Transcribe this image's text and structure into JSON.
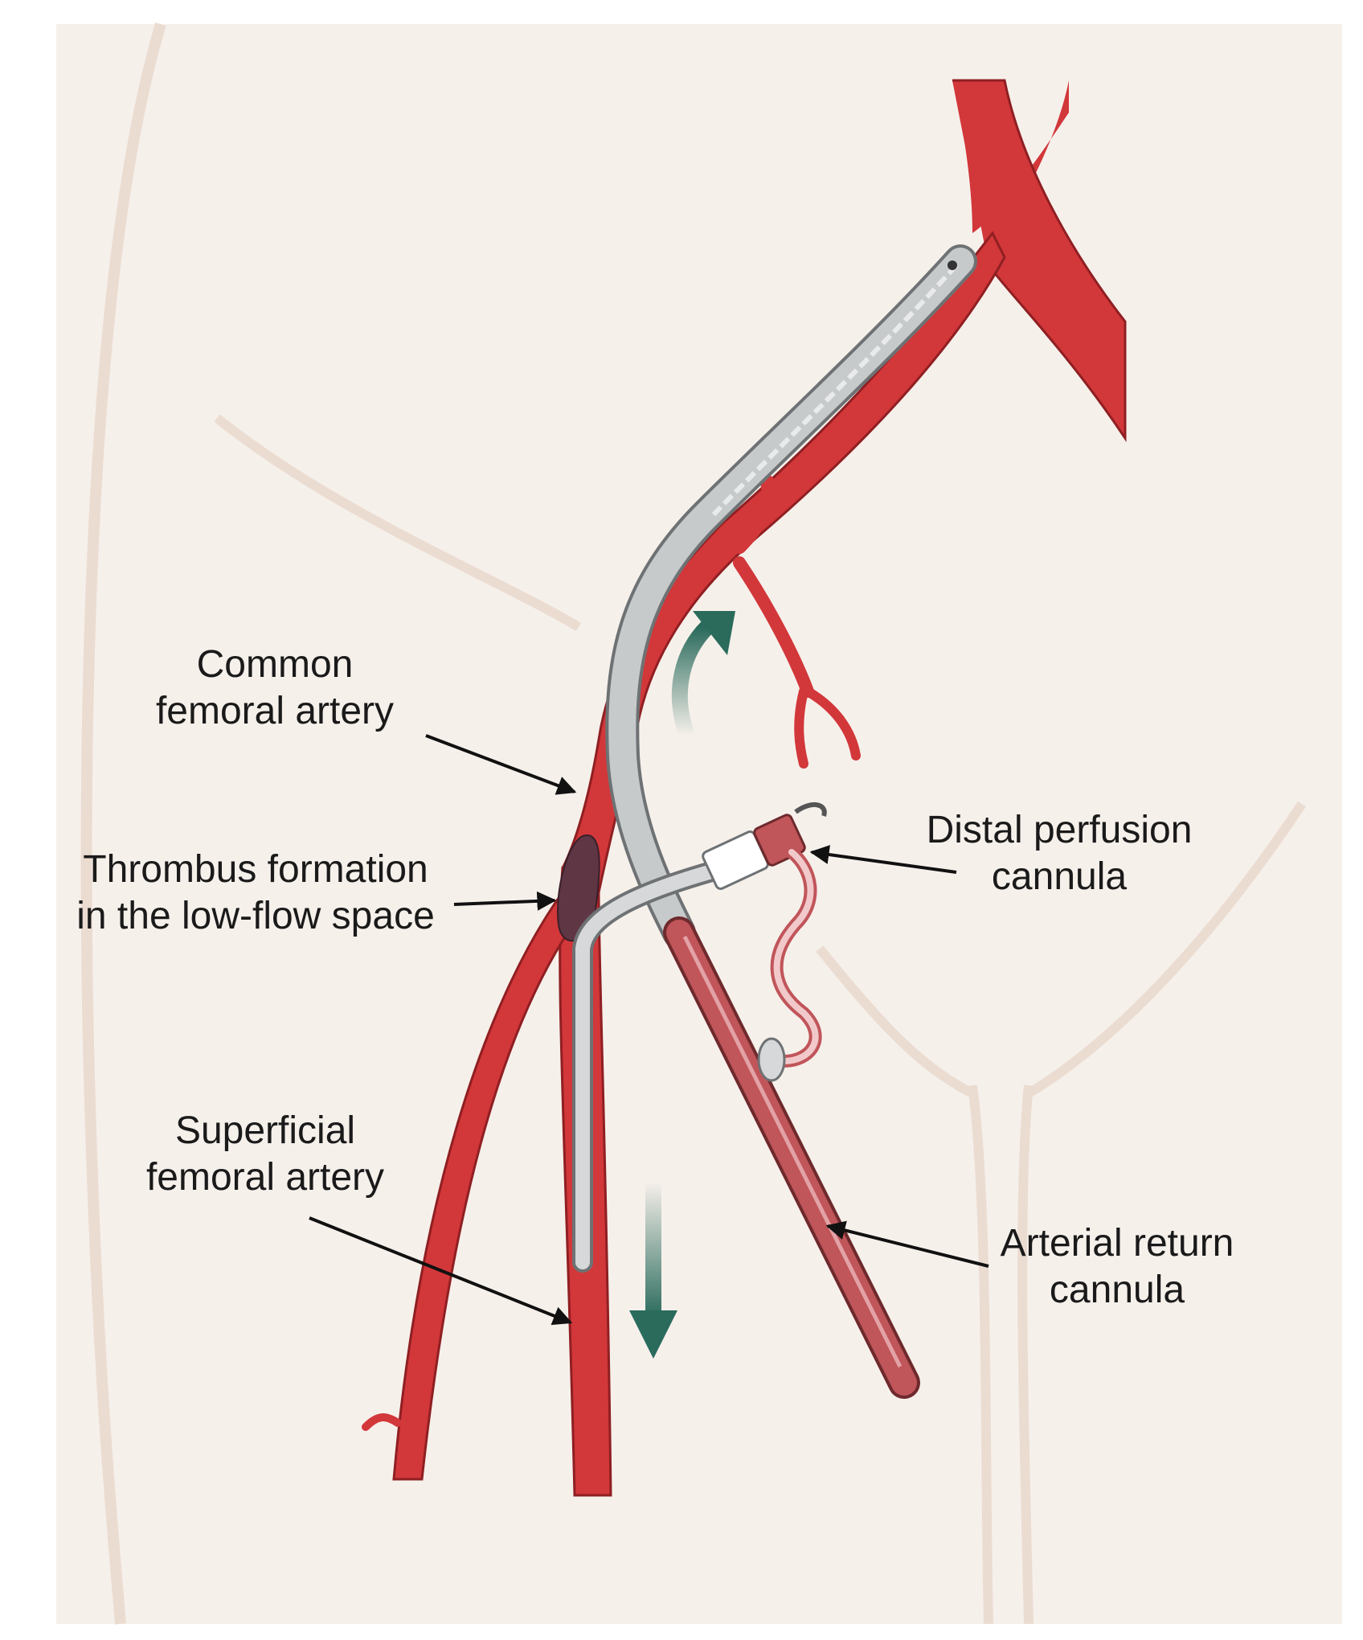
{
  "labels": {
    "common_femoral_artery": [
      "Common",
      "femoral artery"
    ],
    "thrombus": [
      "Thrombus formation",
      "in the low-flow space"
    ],
    "superficial_femoral_artery": [
      "Superficial",
      "femoral artery"
    ],
    "distal_perfusion_cannula": [
      "Distal perfusion",
      "cannula"
    ],
    "arterial_return_cannula": [
      "Arterial return",
      "cannula"
    ]
  },
  "colors": {
    "background": "#ffffff",
    "skin": "#f6f0eb",
    "skin_outline": "#ebdcd1",
    "artery": "#d2373a",
    "artery_outline": "#8f1f22",
    "cannula": "#c7cacb",
    "cannula_outline": "#6e7274",
    "return_cannula": "#c0555a",
    "thrombus": "#5e3644",
    "flow_arrow": "#2a6b5c",
    "pointer": "#111111"
  },
  "icons": [
    "flow-up-arrow-icon",
    "flow-down-arrow-icon"
  ]
}
